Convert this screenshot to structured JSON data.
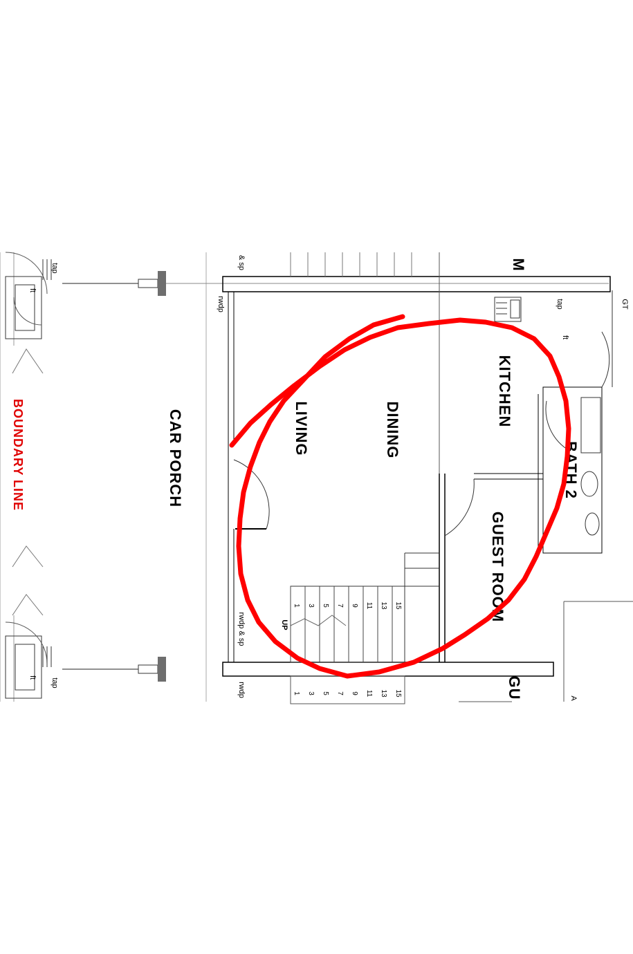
{
  "rooms": {
    "car_porch": "CAR PORCH",
    "living": "LIVING",
    "dining": "DINING",
    "kitchen": "KITCHEN",
    "guest_room": "GUEST ROOM",
    "bath": "BATH 2",
    "top_partial": "M",
    "bottom_partial": "GU"
  },
  "boundary_label": "BOUNDARY LINE",
  "notes": {
    "tap": "tap",
    "ft": "ft",
    "rwdp": "rwdp",
    "rwdp_sp": "rwdp & sp",
    "sp": "& sp",
    "gt": "GT",
    "up": "UP",
    "edge_a": "A"
  },
  "stair_numbers_upper": [
    "1",
    "3",
    "5",
    "7",
    "9",
    "11",
    "13",
    "15"
  ],
  "stair_numbers_lower": [
    "1",
    "3",
    "5",
    "7",
    "9",
    "11",
    "13",
    "15"
  ],
  "colors": {
    "markup": "#ff0000",
    "boundary": "#e00000",
    "lines": "#000000",
    "column": "#6e6e6e"
  }
}
